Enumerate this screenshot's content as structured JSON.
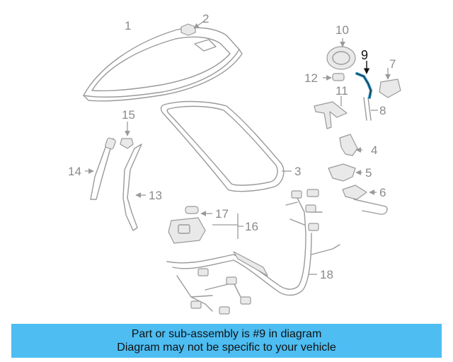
{
  "diagram": {
    "highlighted_part": "9",
    "highlight_color": "#2a8fc4",
    "callouts": {
      "c1": "1",
      "c2": "2",
      "c3": "3",
      "c4": "4",
      "c5": "5",
      "c6": "6",
      "c7": "7",
      "c8": "8",
      "c9": "9",
      "c10": "10",
      "c11": "11",
      "c12": "12",
      "c13": "13",
      "c14": "14",
      "c15": "15",
      "c16": "16",
      "c17": "17",
      "c18": "18"
    }
  },
  "banner": {
    "line1": "Part or sub-assembly is #9 in diagram",
    "line2": "Diagram may not be specific to your vehicle",
    "color": "#4dbdf2"
  }
}
